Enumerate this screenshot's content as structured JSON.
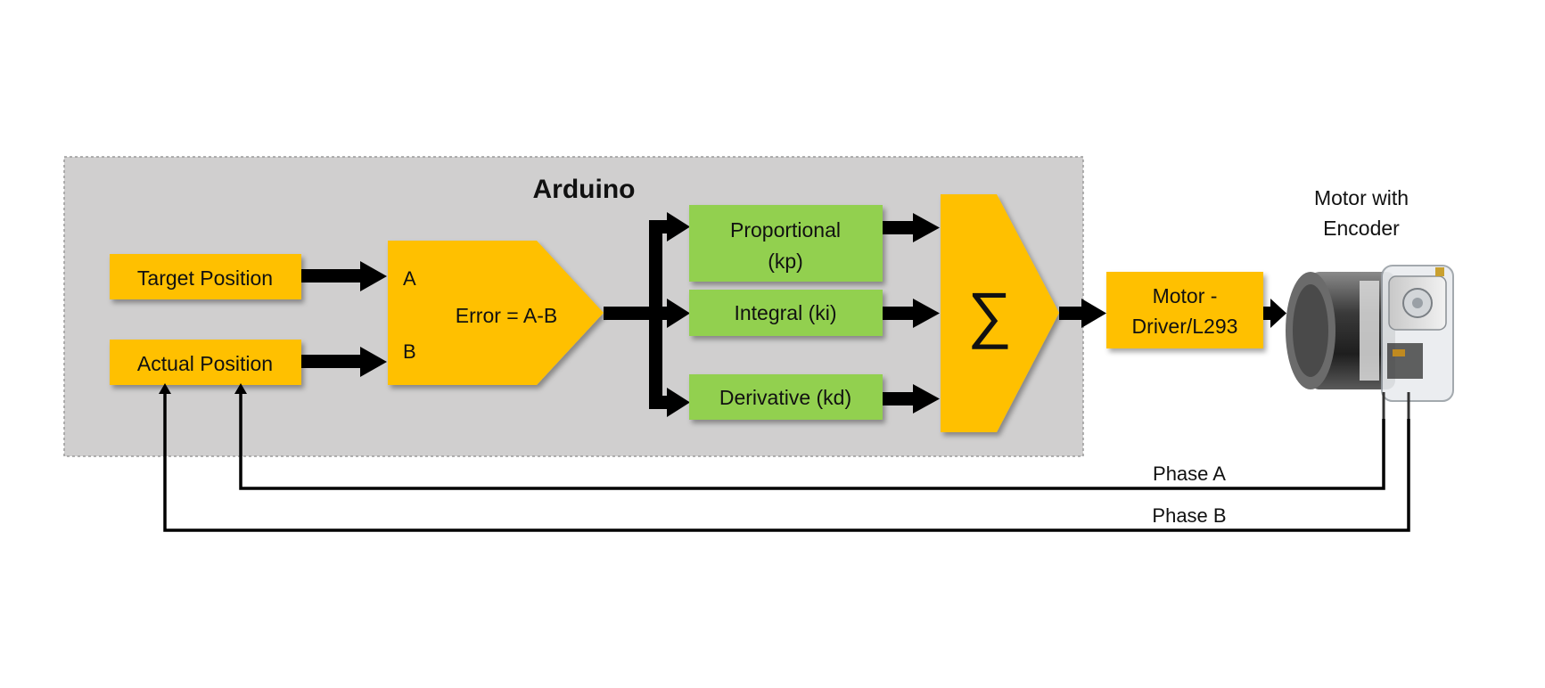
{
  "title": "Arduino",
  "colors": {
    "panel": "#d0cfcf",
    "orange": "#ffc000",
    "green": "#92d050",
    "arrow": "#000000"
  },
  "inputs": {
    "target": "Target Position",
    "actual": "Actual Position"
  },
  "error_block": {
    "label": "Error = A-B",
    "input_a": "A",
    "input_b": "B"
  },
  "pid": {
    "proportional_line1": "Proportional",
    "proportional_line2": "(kp)",
    "integral": "Integral (ki)",
    "derivative": "Derivative (kd)"
  },
  "sum_symbol": "∑",
  "driver": {
    "line1": "Motor -",
    "line2": "Driver/L293"
  },
  "motor": {
    "line1": "Motor with",
    "line2": "Encoder",
    "icon": "motor-encoder-icon"
  },
  "feedback": {
    "phase_a": "Phase A",
    "phase_b": "Phase B"
  }
}
